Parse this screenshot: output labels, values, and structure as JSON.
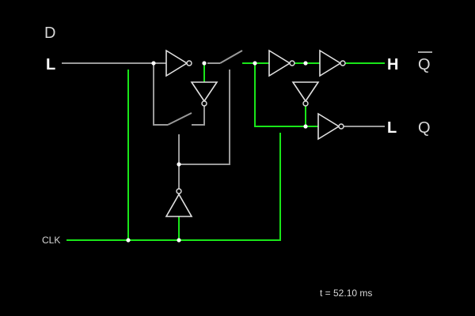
{
  "labels": {
    "d": "D",
    "input_state": "L",
    "qbar": "Q",
    "q": "Q",
    "qbar_state": "H",
    "q_state": "L",
    "clk": "CLK"
  },
  "time": "t = 52.10 ms",
  "colors": {
    "high": "#19e619",
    "low": "#9a9a9a",
    "gate": "#e0e0e0",
    "background": "#000000"
  }
}
